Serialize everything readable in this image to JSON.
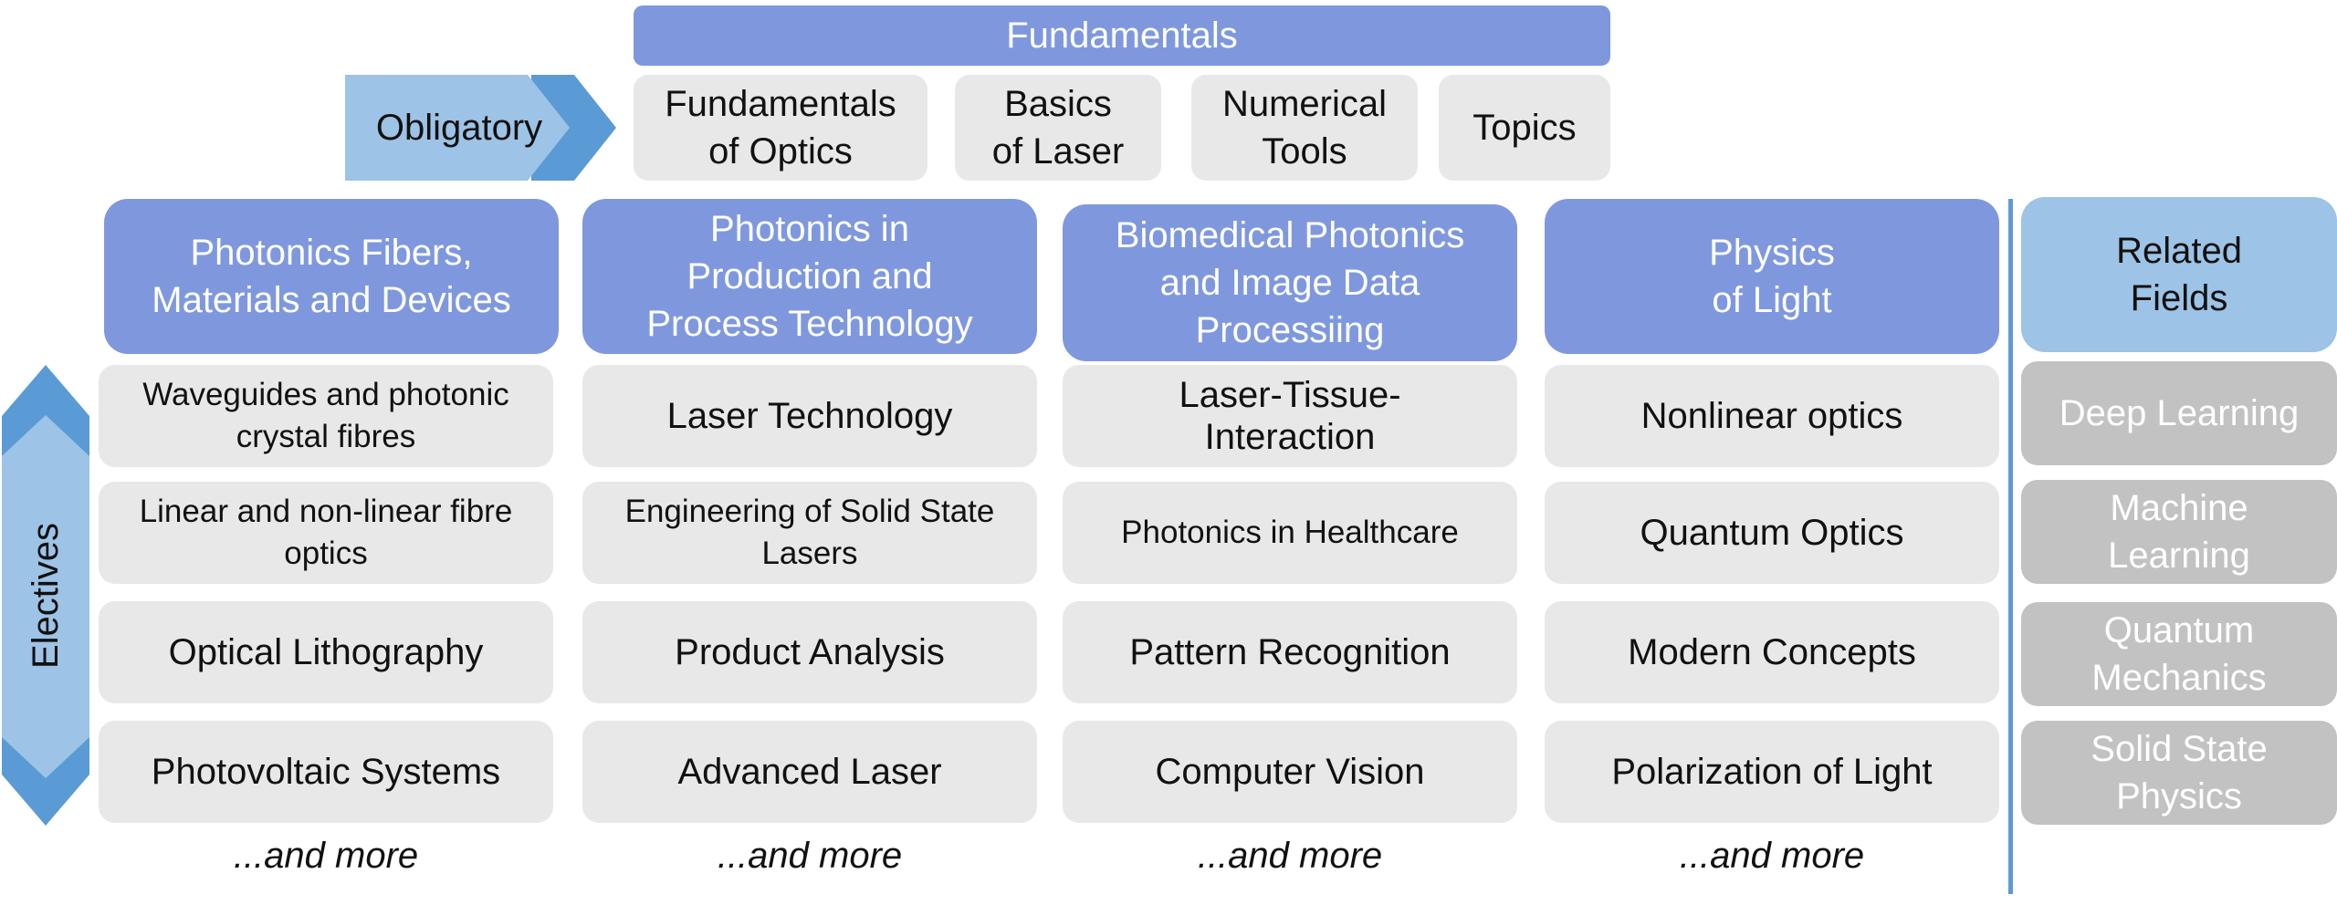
{
  "fundamentals_header": "Fundamentals",
  "obligatory_label": "Obligatory",
  "electives_label": "Electives",
  "obligatory_courses": [
    "Fundamentals\nof Optics",
    "Basics\nof Laser",
    "Numerical\nTools",
    "Topics"
  ],
  "columns": [
    {
      "title": "Photonics Fibers,\nMaterials and Devices",
      "courses": [
        "Waveguides and photonic\ncrystal fibres",
        "Linear and non-linear fibre\noptics",
        "Optical Lithography",
        "Photovoltaic Systems"
      ],
      "more": "...and more"
    },
    {
      "title": "Photonics in\nProduction and\nProcess Technology",
      "courses": [
        "Laser Technology",
        "Engineering of Solid State\nLasers",
        "Product Analysis",
        "Advanced Laser"
      ],
      "more": "...and more"
    },
    {
      "title": "Biomedical Photonics\nand Image Data\nProcessiing",
      "courses": [
        "Laser-Tissue-\nInteraction",
        "Photonics in Healthcare",
        "Pattern Recognition",
        "Computer Vision"
      ],
      "more": "...and more"
    },
    {
      "title": "Physics\nof Light",
      "courses": [
        "Nonlinear optics",
        "Quantum Optics",
        "Modern Concepts",
        "Polarization of Light"
      ],
      "more": "...and more"
    }
  ],
  "related_fields": {
    "title": "Related\nFields",
    "items": [
      "Deep Learning",
      "Machine\nLearning",
      "Quantum\nMechanics",
      "Solid State\nPhysics"
    ]
  },
  "colors": {
    "header_blue": "#7f98dd",
    "arrow_dark": "#5b9bd5",
    "arrow_light": "#9dc3e6",
    "cell_gray": "#e8e8e8",
    "related_gray": "#c2c2c2",
    "divider": "#5b9bd5"
  }
}
